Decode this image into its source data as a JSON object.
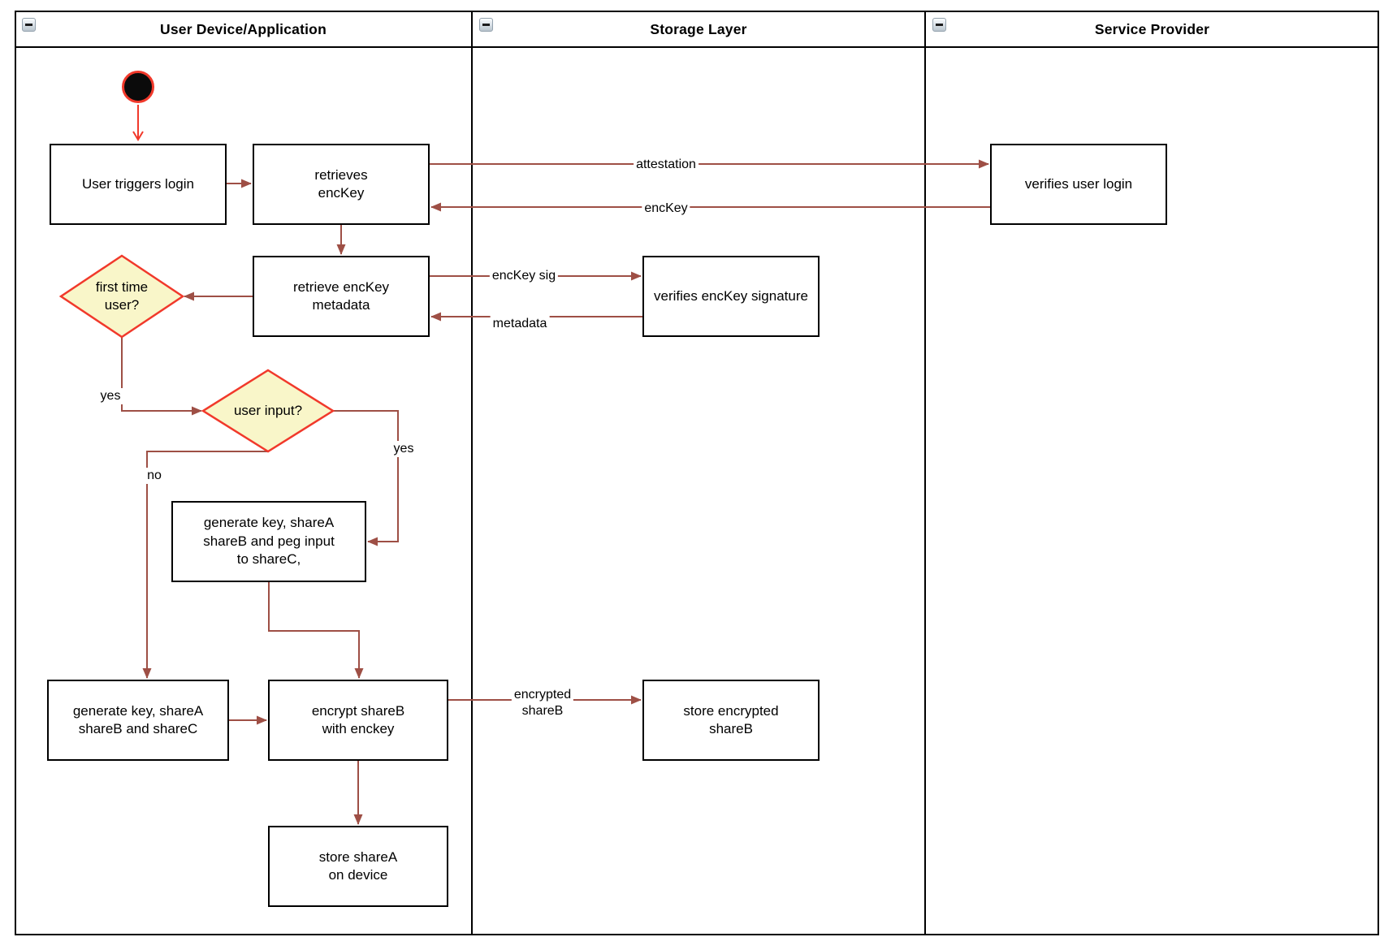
{
  "diagram": {
    "lanes": [
      {
        "title": "User Device/Application"
      },
      {
        "title": "Storage Layer"
      },
      {
        "title": "Service Provider"
      }
    ],
    "nodes": {
      "user_triggers_login": {
        "label": "User triggers login"
      },
      "retrieves_enckey": {
        "label": "retrieves\nencKey"
      },
      "verifies_user_login": {
        "label": "verifies user login"
      },
      "retrieve_enckey_metadata": {
        "label": "retrieve encKey\nmetadata"
      },
      "verifies_enckey_signature": {
        "label": "verifies encKey signature"
      },
      "first_time_user": {
        "label": "first time\nuser?"
      },
      "user_input": {
        "label": "user input?"
      },
      "generate_key_peg": {
        "label": "generate key, shareA\nshareB and peg input\nto shareC,"
      },
      "generate_key_sharec": {
        "label": "generate key, shareA\nshareB and shareC"
      },
      "encrypt_shareb": {
        "label": "encrypt shareB\nwith enckey"
      },
      "store_encrypted_shareb": {
        "label": "store encrypted\nshareB"
      },
      "store_sharea": {
        "label": "store shareA\non device"
      }
    },
    "edge_labels": {
      "attestation": "attestation",
      "enckey": "encKey",
      "enckey_sig": "encKey sig",
      "metadata": "metadata",
      "yes_first_time": "yes",
      "yes_user_input": "yes",
      "no_user_input": "no",
      "encrypted_shareb": "encrypted\nshareB"
    },
    "colors": {
      "edge": "#9e4f45",
      "accent_red": "#f1392b",
      "diamond_fill": "#f9f6c9",
      "border": "#000000"
    }
  }
}
